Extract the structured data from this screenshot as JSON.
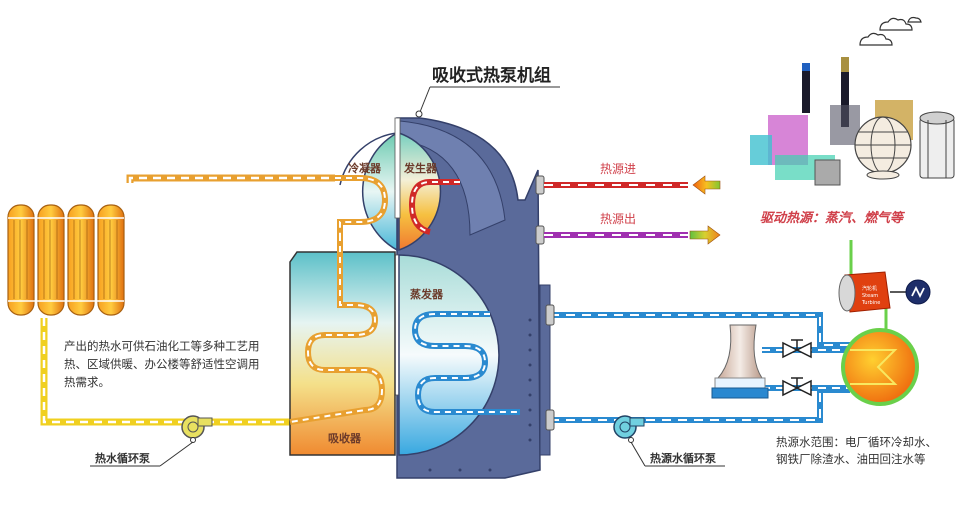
{
  "title": "吸收式热泵机组",
  "components": {
    "condenser": "冷凝器",
    "generator": "发生器",
    "evaporator": "蒸发器",
    "absorber": "吸收器"
  },
  "heat_source": {
    "inlet": "热源进",
    "outlet": "热源出",
    "drive_caption": "驱动热源：蒸汽、燃气等"
  },
  "output_note": {
    "lines": [
      "产出的热水可供石油化工等多种工艺用",
      "热、区域供暖、办公楼等舒适性空调用",
      "热需求。"
    ]
  },
  "source_water_note": {
    "lines": [
      "热源水范围：电厂循环冷却水、",
      "钢铁厂除渣水、油田回注水等"
    ]
  },
  "pumps": {
    "hot_water": "热水循环泵",
    "source_water": "热源水循环泵"
  },
  "turbine_label": [
    "汽轮机",
    "Steam",
    "Turbine"
  ],
  "colors": {
    "hot_water_pipe": "#e8a030",
    "source_water_pipe": "#2a8ad0",
    "heat_in_pipe": "#d02828",
    "heat_out_pipe": "#a030b0",
    "machine_body": "#5a6a9a",
    "label_red": "#d0404a"
  }
}
